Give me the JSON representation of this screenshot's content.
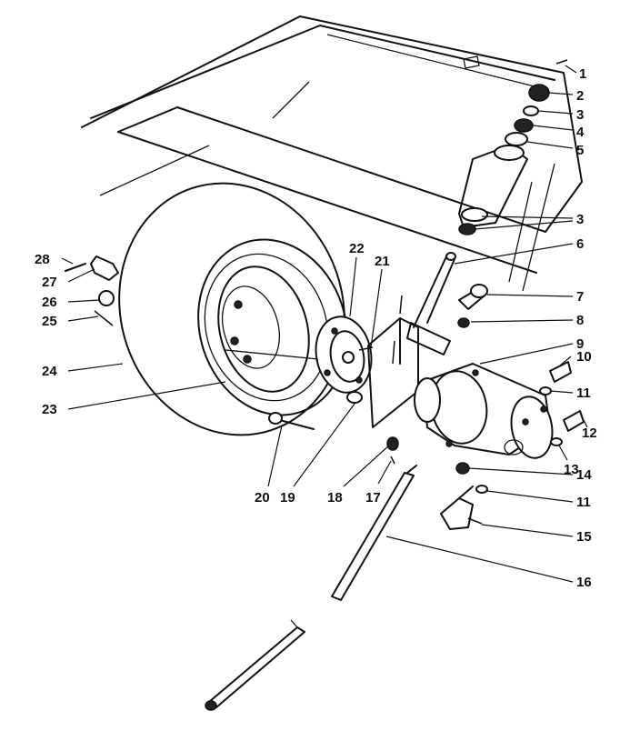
{
  "diagram": {
    "callouts": [
      {
        "id": "1",
        "text": "1"
      },
      {
        "id": "2",
        "text": "2"
      },
      {
        "id": "3a",
        "text": "3"
      },
      {
        "id": "4",
        "text": "4"
      },
      {
        "id": "5",
        "text": "5"
      },
      {
        "id": "3b",
        "text": "3"
      },
      {
        "id": "6",
        "text": "6"
      },
      {
        "id": "7",
        "text": "7"
      },
      {
        "id": "8",
        "text": "8"
      },
      {
        "id": "9",
        "text": "9"
      },
      {
        "id": "10",
        "text": "10"
      },
      {
        "id": "11a",
        "text": "11"
      },
      {
        "id": "12",
        "text": "12"
      },
      {
        "id": "13",
        "text": "13"
      },
      {
        "id": "14",
        "text": "14"
      },
      {
        "id": "11b",
        "text": "11"
      },
      {
        "id": "15",
        "text": "15"
      },
      {
        "id": "16",
        "text": "16"
      },
      {
        "id": "17",
        "text": "17"
      },
      {
        "id": "18",
        "text": "18"
      },
      {
        "id": "19",
        "text": "19"
      },
      {
        "id": "20",
        "text": "20"
      },
      {
        "id": "21",
        "text": "21"
      },
      {
        "id": "22",
        "text": "22"
      },
      {
        "id": "23",
        "text": "23"
      },
      {
        "id": "24",
        "text": "24"
      },
      {
        "id": "25",
        "text": "25"
      },
      {
        "id": "26",
        "text": "26"
      },
      {
        "id": "27",
        "text": "27"
      },
      {
        "id": "28",
        "text": "28"
      }
    ]
  }
}
